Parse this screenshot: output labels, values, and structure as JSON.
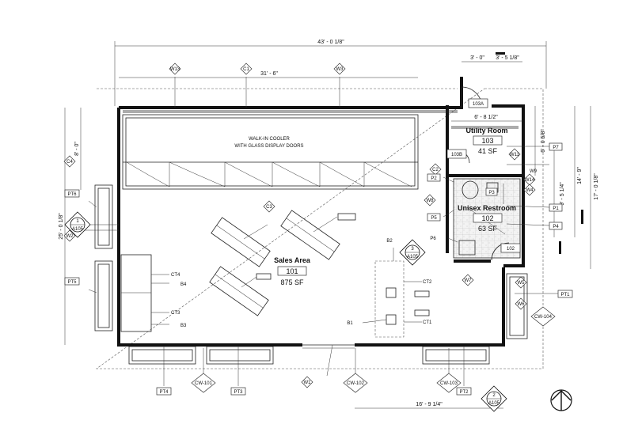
{
  "dimensions": {
    "overall_width": "43' - 0 1/8\"",
    "cooler_width": "31' - 6\"",
    "door_offset_left": "3' - 0\"",
    "door_offset_right": "3' - 5 1/8\"",
    "utility_width": "6' - 8 1/2\"",
    "left_height_upper": "8' - 0\"",
    "left_height_total": "25' - 0 1/8\"",
    "right_height_a": "6' - 0 5/8\"",
    "right_height_b": "9' - 5 1/4\"",
    "right_height_c": "14' - 9\"",
    "right_height_d": "17' - 0 1/8\"",
    "bottom_right": "16' - 9 1/4\""
  },
  "rooms": {
    "cooler_line1": "WALK-IN COOLER",
    "cooler_line2": "WITH GLASS DISPLAY DOORS",
    "utility_name": "Utility Room",
    "utility_number": "103",
    "utility_area": "41 SF",
    "restroom_name": "Unisex Restroom",
    "restroom_number": "102",
    "restroom_area": "63 SF",
    "sales_name": "Sales Area",
    "sales_number": "101",
    "sales_area": "875 SF"
  },
  "doors": {
    "d103a": "103A",
    "d103b": "103B",
    "d102": "102"
  },
  "tags": {
    "w13": "W13",
    "c1": "C1",
    "w3": "W3",
    "c4": "C4",
    "w2": "W2",
    "c2": "C2",
    "c3": "C3",
    "w11": "W11",
    "w14": "W14",
    "w4": "W4",
    "w8": "W8",
    "w6": "W6",
    "w7": "W7",
    "w5": "W5",
    "w1": "W1",
    "w9": "W9",
    "cw101": "CW-101",
    "cw102": "CW-102",
    "cw103": "CW-103",
    "cw104": "CW-104",
    "pt1": "PT1",
    "pt2": "PT2",
    "pt3": "PT3",
    "pt4": "PT4",
    "pt5": "PT5",
    "pt6": "PT6",
    "p1": "P1",
    "p2": "P2",
    "p3": "P3",
    "p4": "P4",
    "p5": "P5",
    "p6": "P6",
    "p7": "P7",
    "ct1": "CT1",
    "ct2": "CT2",
    "ct3": "CT3",
    "ct4": "CT4",
    "b1": "B1",
    "b2": "B2",
    "b3": "B3",
    "b4": "B4",
    "elev1_num": "1",
    "elev1_sheet": "A105",
    "elev2_num": "2",
    "elev2_sheet": "A105",
    "elev3_num": "3",
    "elev3_sheet": "A105"
  }
}
